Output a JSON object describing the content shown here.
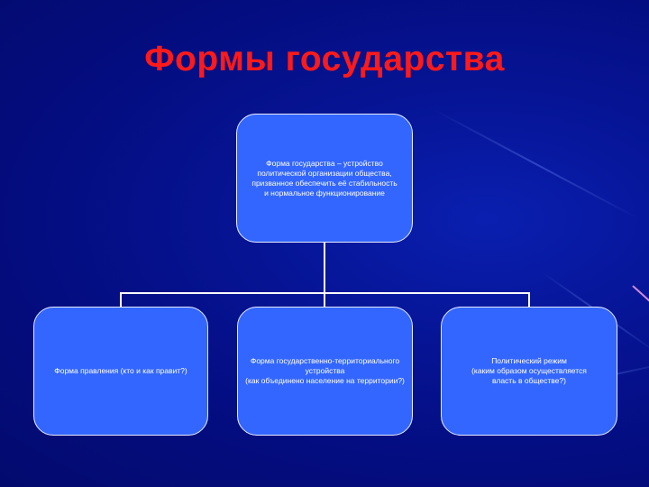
{
  "slide": {
    "title": "Формы государства",
    "colors": {
      "background": "#040d80",
      "title": "#ff1a1a",
      "box_fill": "#3366ff",
      "box_border": "#e8ecff",
      "connector": "#ffffff"
    }
  },
  "diagram": {
    "root": {
      "text": "Форма государства – устройство\nполитической организации общества,\nпризванное обеспечить её стабильность\nи нормальное функционирование"
    },
    "children": [
      {
        "text": "Форма правления (кто и как правит?)"
      },
      {
        "text": "Форма государственно-территориального\nустройства\n(как объединено население на территории?)"
      },
      {
        "text": "Политический режим\n(каким образом осуществляется\nвласть в обществе?)"
      }
    ]
  }
}
